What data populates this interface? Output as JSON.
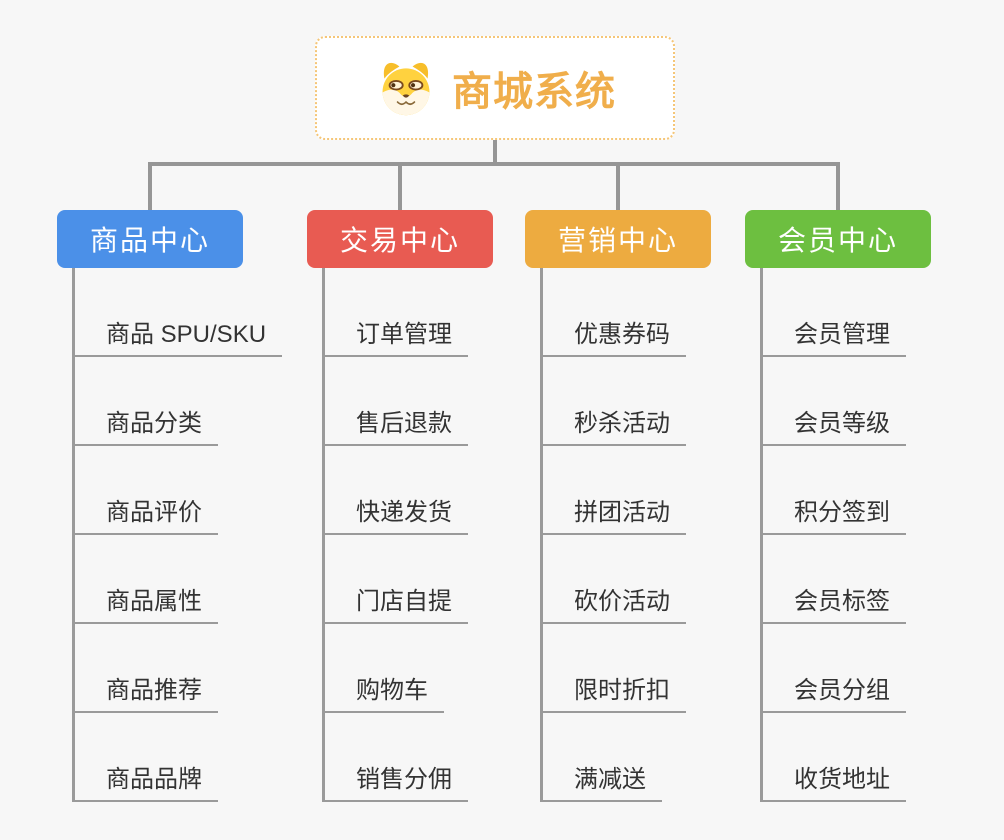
{
  "page": {
    "background": "#F7F7F7",
    "connector_color": "#969696",
    "leaf_line_color": "#9A9A9A"
  },
  "root": {
    "label": "商城系统",
    "icon": "shiba-dog-icon",
    "text_color": "#F0AE4B",
    "border_color": "#F5C678"
  },
  "branches": [
    {
      "label": "商品中心",
      "color": "#4B90E8",
      "children": [
        "商品 SPU/SKU",
        "商品分类",
        "商品评价",
        "商品属性",
        "商品推荐",
        "商品品牌"
      ]
    },
    {
      "label": "交易中心",
      "color": "#E85B52",
      "children": [
        "订单管理",
        "售后退款",
        "快递发货",
        "门店自提",
        "购物车",
        "销售分佣"
      ]
    },
    {
      "label": "营销中心",
      "color": "#EDAB40",
      "children": [
        "优惠券码",
        "秒杀活动",
        "拼团活动",
        "砍价活动",
        "限时折扣",
        "满减送"
      ]
    },
    {
      "label": "会员中心",
      "color": "#6DBF40",
      "children": [
        "会员管理",
        "会员等级",
        "积分签到",
        "会员标签",
        "会员分组",
        "收货地址"
      ]
    }
  ]
}
